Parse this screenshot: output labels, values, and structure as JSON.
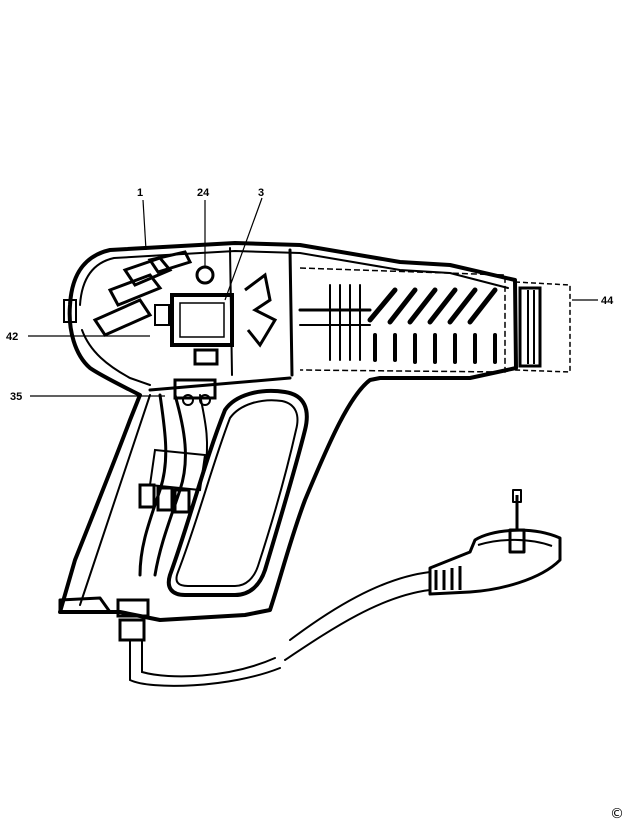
{
  "diagram": {
    "callouts": [
      {
        "id": "1",
        "label": "1"
      },
      {
        "id": "24",
        "label": "24"
      },
      {
        "id": "3",
        "label": "3"
      },
      {
        "id": "42",
        "label": "42"
      },
      {
        "id": "35",
        "label": "35"
      },
      {
        "id": "44",
        "label": "44"
      }
    ]
  },
  "footer": {
    "copyright": "©"
  },
  "colors": {
    "ink": "#000000",
    "paper": "#ffffff"
  }
}
